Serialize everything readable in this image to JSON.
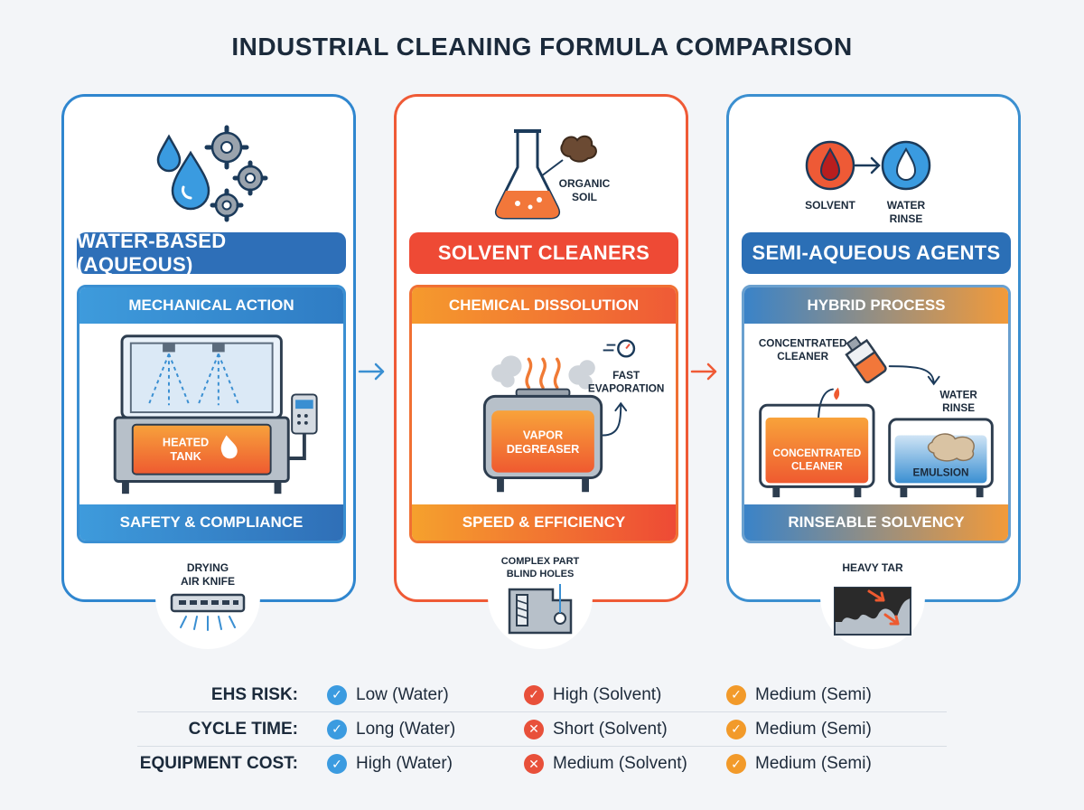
{
  "title": "INDUSTRIAL CLEANING FORMULA COMPARISON",
  "colors": {
    "water": "#2e6fb8",
    "solvent": "#ee4a35",
    "semi": "#f29a3a",
    "check_blue": "#3b9be0",
    "check_red": "#e8503a",
    "check_orange": "#f29a2a"
  },
  "panels": [
    {
      "name": "WATER-BASED (AQUEOUS)",
      "header": "MECHANICAL ACTION",
      "footer": "SAFETY & COMPLIANCE",
      "icon": "water-drops-gears-icon",
      "art_labels": {
        "tank": [
          "HEATED",
          "TANK"
        ]
      },
      "badge_label": [
        "DRYING",
        "AIR KNIFE"
      ],
      "badge_icon": "air-knife-icon"
    },
    {
      "name": "SOLVENT CLEANERS",
      "header": "CHEMICAL DISSOLUTION",
      "footer": "SPEED & EFFICIENCY",
      "icon": "flask-soil-icon",
      "icon_labels": [
        "ORGANIC",
        "SOIL"
      ],
      "art_labels": {
        "degreaser": [
          "VAPOR",
          "DEGREASER"
        ],
        "evap": [
          "FAST",
          "EVAPORATION"
        ]
      },
      "badge_label": [
        "COMPLEX PART",
        "BLIND HOLES"
      ],
      "badge_icon": "complex-part-icon"
    },
    {
      "name": "SEMI-AQUEOUS AGENTS",
      "header": "HYBRID PROCESS",
      "footer": "RINSEABLE SOLVENCY",
      "icon": "solvent-to-water-icon",
      "icon_labels": {
        "left": [
          "SOLVENT"
        ],
        "right": [
          "WATER",
          "RINSE"
        ]
      },
      "art_labels": {
        "pour": [
          "CONCENTRATED",
          "CLEANER"
        ],
        "rinse": [
          "WATER",
          "RINSE"
        ],
        "tank_left": [
          "CONCENTRATED",
          "CLEANER"
        ],
        "tank_right": [
          "EMULSION"
        ]
      },
      "badge_label": [
        "HEAVY TAR"
      ],
      "badge_icon": "heavy-tar-icon"
    }
  ],
  "comparison": [
    {
      "label": "EHS RISK:",
      "cells": [
        {
          "text": "Low (Water)",
          "mark": "check",
          "color": "#3b9be0"
        },
        {
          "text": "High (Solvent)",
          "mark": "check",
          "color": "#e8503a"
        },
        {
          "text": "Medium (Semi)",
          "mark": "check",
          "color": "#f29a2a"
        }
      ]
    },
    {
      "label": "CYCLE TIME:",
      "cells": [
        {
          "text": "Long (Water)",
          "mark": "check",
          "color": "#3b9be0"
        },
        {
          "text": "Short (Solvent)",
          "mark": "cross",
          "color": "#e8503a"
        },
        {
          "text": "Medium (Semi)",
          "mark": "check",
          "color": "#f29a2a"
        }
      ]
    },
    {
      "label": "EQUIPMENT COST:",
      "cells": [
        {
          "text": "High (Water)",
          "mark": "check",
          "color": "#3b9be0"
        },
        {
          "text": "Medium (Solvent)",
          "mark": "cross",
          "color": "#e8503a"
        },
        {
          "text": "Medium (Semi)",
          "mark": "check",
          "color": "#f29a2a"
        }
      ]
    }
  ]
}
